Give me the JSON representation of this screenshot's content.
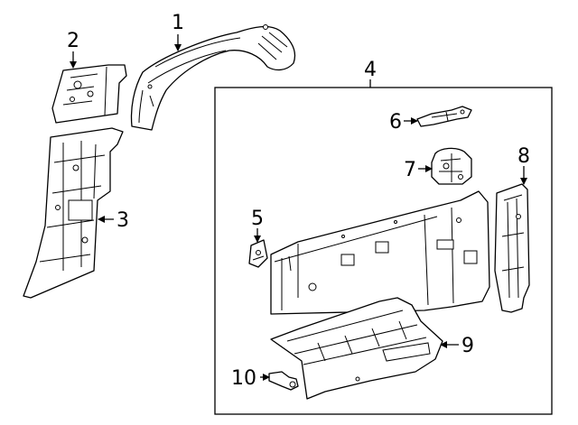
{
  "title": "",
  "callouts": [
    {
      "id": "1",
      "label": "1"
    },
    {
      "id": "2",
      "label": "2"
    },
    {
      "id": "3",
      "label": "3"
    },
    {
      "id": "4",
      "label": "4"
    },
    {
      "id": "5",
      "label": "5"
    },
    {
      "id": "6",
      "label": "6"
    },
    {
      "id": "7",
      "label": "7"
    },
    {
      "id": "8",
      "label": "8"
    },
    {
      "id": "9",
      "label": "9"
    },
    {
      "id": "10",
      "label": "10"
    }
  ],
  "colors": {
    "line": "#000000",
    "background": "#ffffff"
  }
}
